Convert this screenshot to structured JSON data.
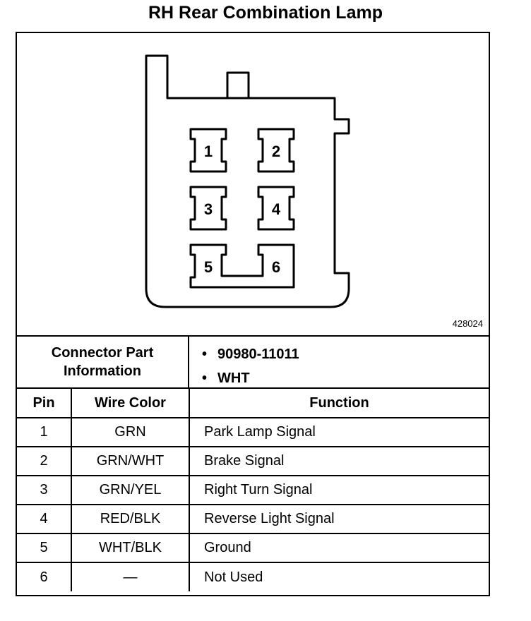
{
  "title": "RH Rear Combination Lamp",
  "figure_id": "428024",
  "connector": {
    "cavities": [
      "1",
      "2",
      "3",
      "4",
      "5",
      "6"
    ]
  },
  "info": {
    "label_line1": "Connector Part",
    "label_line2": "Information",
    "values": [
      "90980-11011",
      "WHT"
    ]
  },
  "table": {
    "headers": {
      "pin": "Pin",
      "wire": "Wire Color",
      "function": "Function"
    },
    "rows": [
      {
        "pin": "1",
        "wire": "GRN",
        "function": "Park Lamp Signal"
      },
      {
        "pin": "2",
        "wire": "GRN/WHT",
        "function": "Brake Signal"
      },
      {
        "pin": "3",
        "wire": "GRN/YEL",
        "function": "Right Turn Signal"
      },
      {
        "pin": "4",
        "wire": "RED/BLK",
        "function": "Reverse Light Signal"
      },
      {
        "pin": "5",
        "wire": "WHT/BLK",
        "function": "Ground"
      },
      {
        "pin": "6",
        "wire": "—",
        "function": "Not Used"
      }
    ]
  }
}
